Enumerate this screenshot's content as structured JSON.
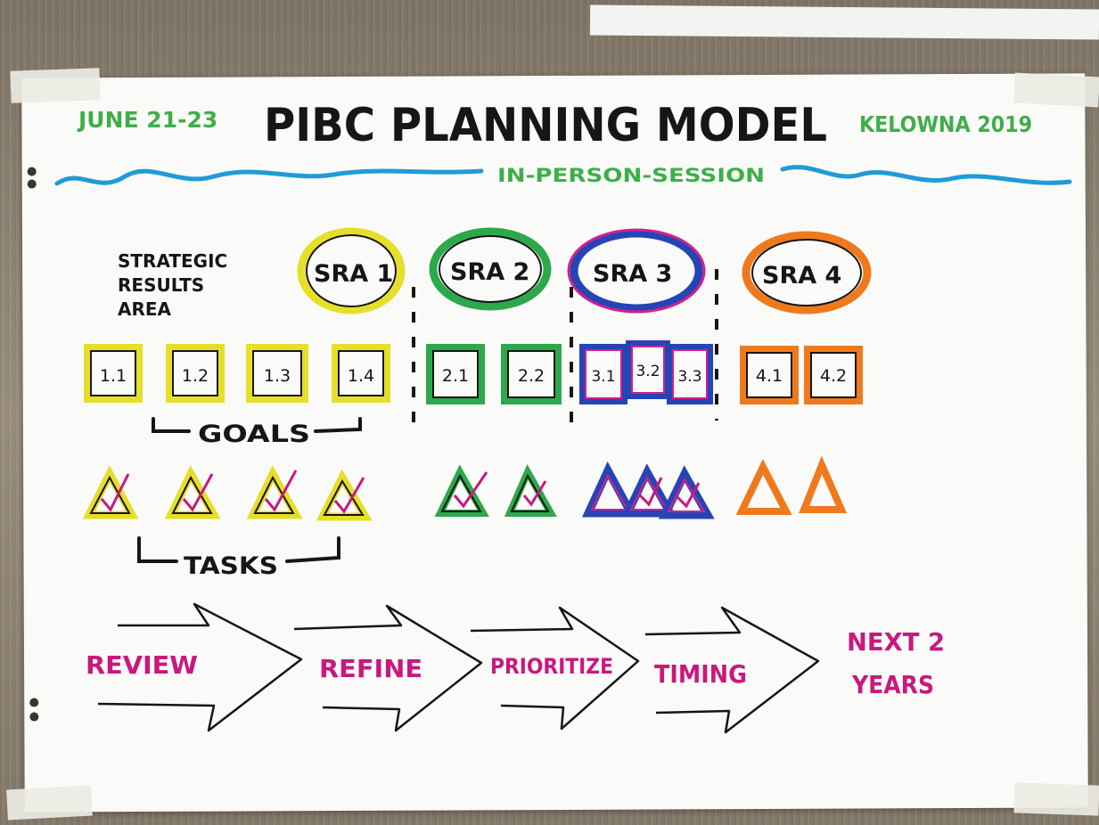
{
  "header": {
    "date": "JUNE 21-23",
    "title": "PIBC PLANNING MODEL",
    "location": "KELOWNA 2019",
    "subtitle": "IN-PERSON-SESSION"
  },
  "legend": {
    "line1": "STRATEGIC",
    "line2": "RESULTS",
    "line3": "AREA"
  },
  "sras": [
    {
      "label": "SRA 1",
      "color": "#e6df2a",
      "goals": [
        "1.1",
        "1.2",
        "1.3",
        "1.4"
      ],
      "tasks": 4
    },
    {
      "label": "SRA 2",
      "color": "#2da84a",
      "goals": [
        "2.1",
        "2.2"
      ],
      "tasks": 2
    },
    {
      "label": "SRA 3",
      "color": "#2644b5",
      "goals": [
        "3.1",
        "3.2",
        "3.3"
      ],
      "tasks": 3
    },
    {
      "label": "SRA 4",
      "color": "#ef7a1e",
      "goals": [
        "4.1",
        "4.2"
      ],
      "tasks": 2
    }
  ],
  "brackets": {
    "goals": "GOALS",
    "tasks": "TASKS"
  },
  "process": [
    "REVIEW",
    "REFINE",
    "PRIORITIZE",
    "TIMING"
  ],
  "outcome": {
    "line1": "NEXT 2",
    "line2": "YEARS"
  },
  "colors": {
    "ink": "#161616",
    "green": "#3fae49",
    "blue": "#1f9bd7",
    "magenta": "#c8197e"
  }
}
